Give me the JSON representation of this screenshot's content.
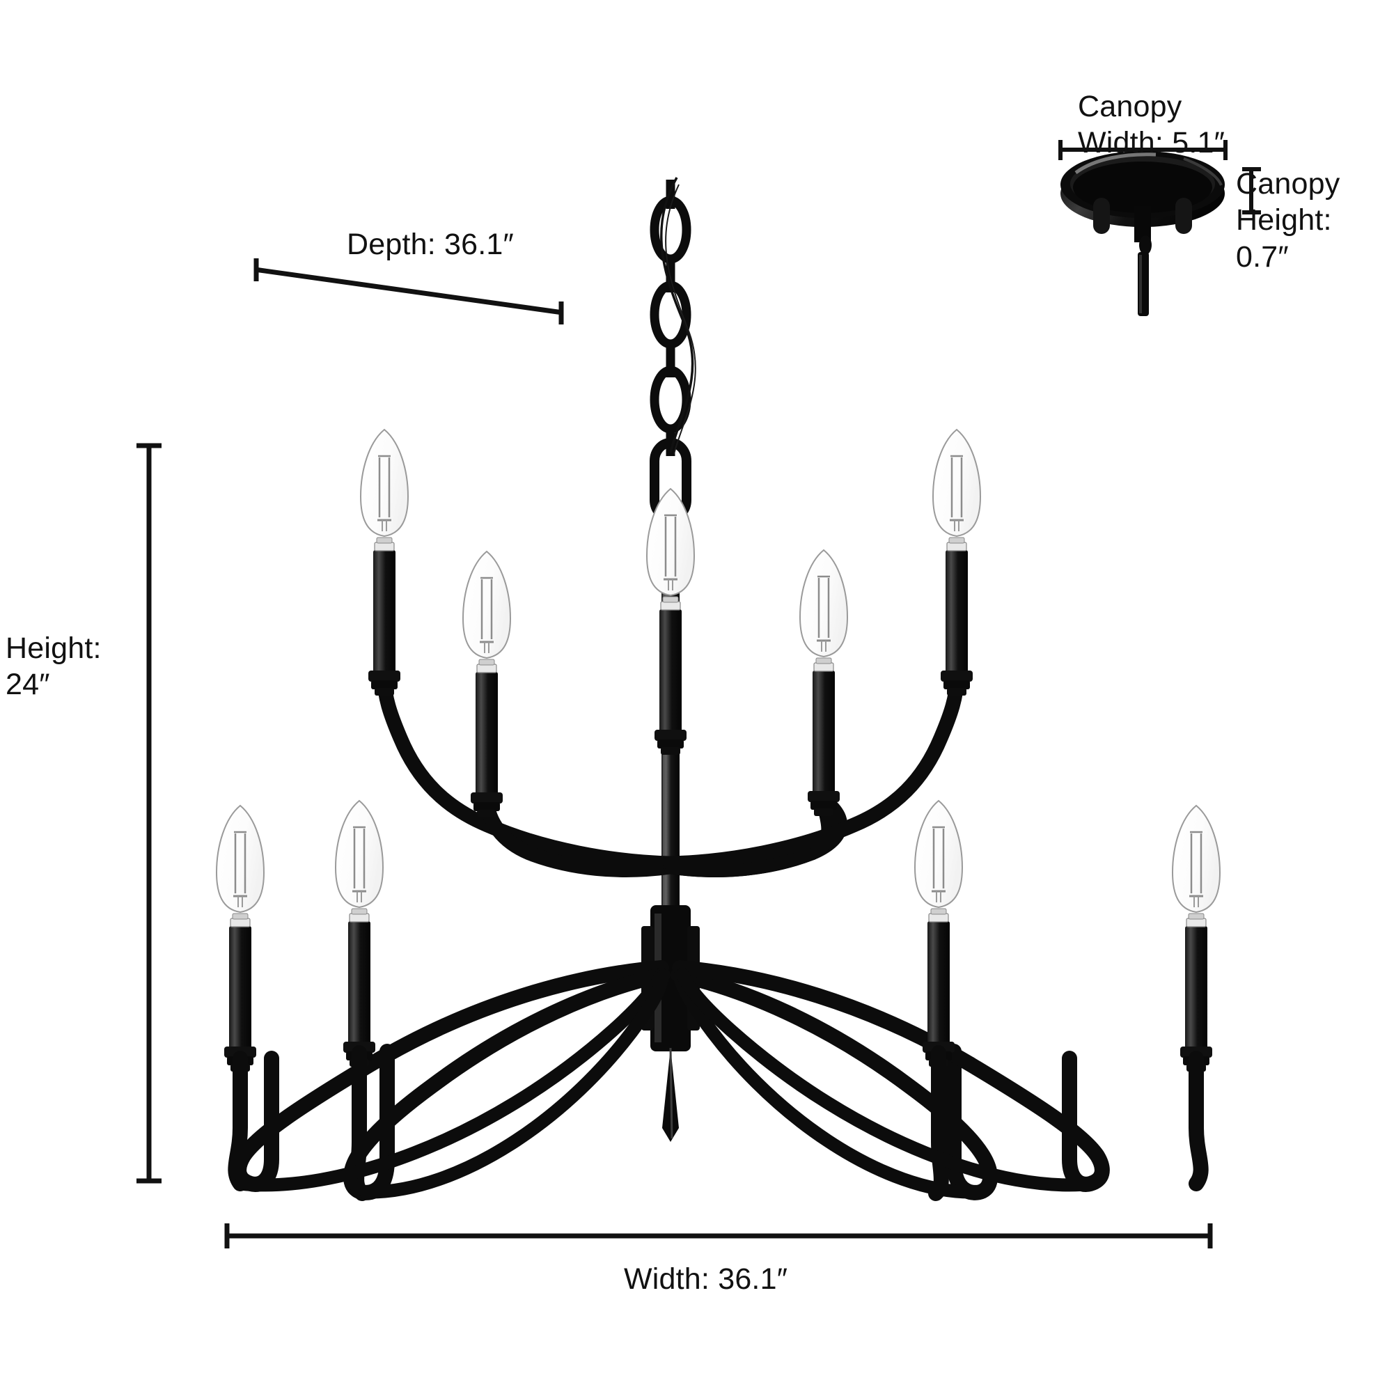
{
  "diagram": {
    "type": "product-dimension-diagram",
    "product": "9-light two-tier black candle chandelier",
    "background_color": "#ffffff",
    "line_color": "#111111",
    "fixture_color": "#0b0b0b"
  },
  "dimensions": {
    "depth": {
      "label": "Depth: 36.1″",
      "value": 36.1,
      "unit": "in",
      "orientation": "diagonal"
    },
    "height": {
      "label": "Height:\n24″",
      "value": 24,
      "unit": "in",
      "orientation": "vertical"
    },
    "width": {
      "label": "Width: 36.1″",
      "value": 36.1,
      "unit": "in",
      "orientation": "horizontal"
    },
    "canopy_width": {
      "label": "Canopy\nWidth: 5.1″",
      "value": 5.1,
      "unit": "in",
      "orientation": "horizontal"
    },
    "canopy_height": {
      "label": "Canopy\nHeight: 0.7″",
      "value": 0.7,
      "unit": "in",
      "orientation": "vertical"
    }
  },
  "fixture": {
    "chain_links": 4,
    "bulb_count": 9,
    "upper_tier_bulbs": 5,
    "lower_tier_bulbs": 4,
    "canopy_slots": 3
  }
}
